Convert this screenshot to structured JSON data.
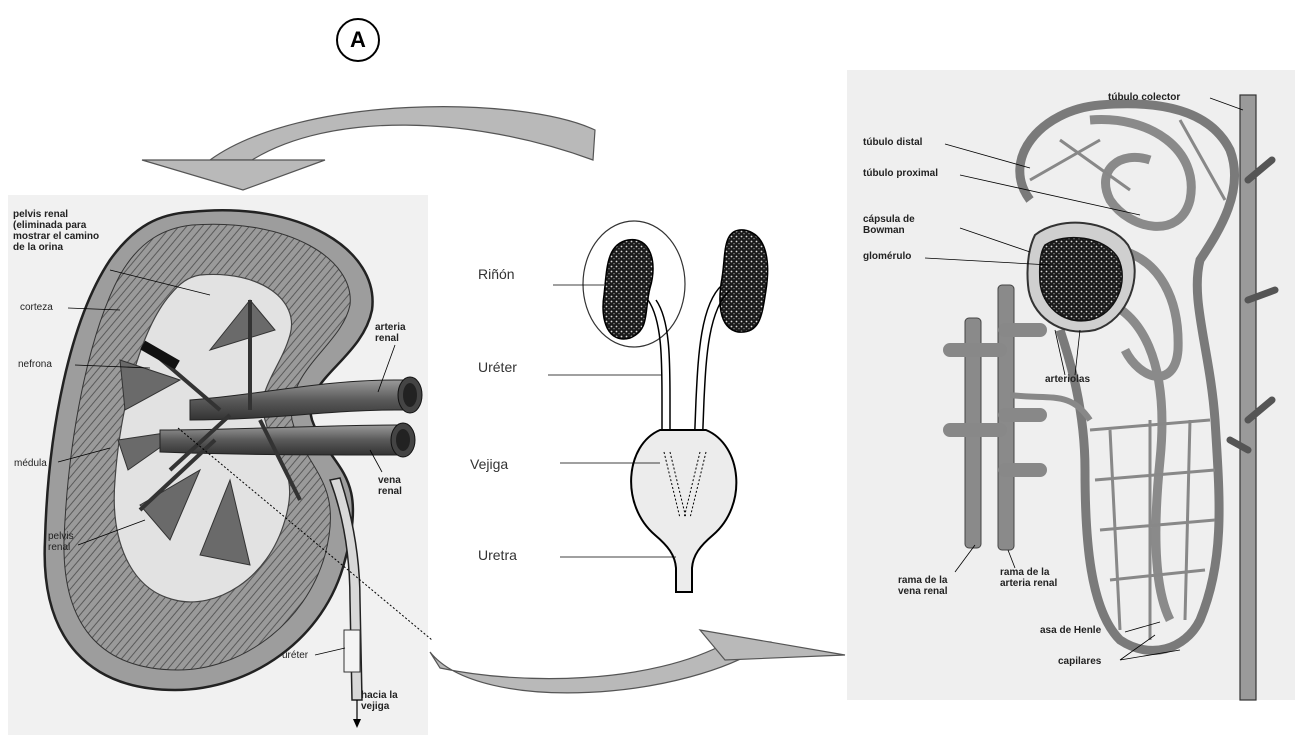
{
  "badge": "A",
  "kidney_labels": {
    "pelvis_note": "pelvis renal\n(eliminada para\nmostrar el camino\nde la orina",
    "corteza": "corteza",
    "nefrona": "nefrona",
    "arteria_renal": "arteria\nrenal",
    "medula": "médula",
    "vena_renal": "vena\nrenal",
    "pelvis_renal": "pelvis\nrenal",
    "ureter": "uréter",
    "hacia_vejiga": "hacia la\nvejiga"
  },
  "urinary_labels": {
    "rinon": "Riñón",
    "ureter": "Uréter",
    "vejiga": "Vejiga",
    "uretra": "Uretra"
  },
  "nephron_labels": {
    "tubulo_colector": "túbulo colector",
    "tubulo_distal": "túbulo distal",
    "tubulo_proximal": "túbulo proximal",
    "capsula": "cápsula de\nBowman",
    "glomerulo": "glomérulo",
    "arteriolas": "arteriolas",
    "rama_vena": "rama de la\nvena renal",
    "rama_arteria": "rama de la\narteria renal",
    "asa_henle": "asa de Henle",
    "capilares": "capilares"
  },
  "colors": {
    "arrow_fill": "#b9b9b9",
    "arrow_stroke": "#555555"
  }
}
